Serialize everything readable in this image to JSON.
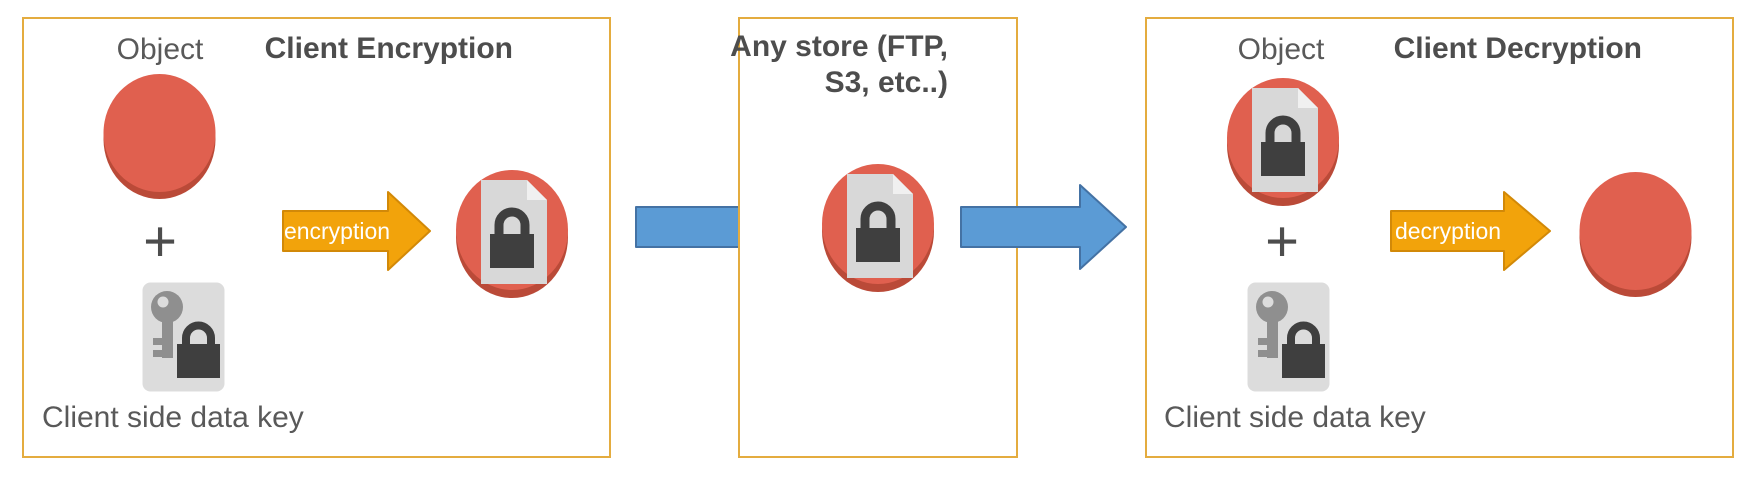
{
  "diagram": {
    "panels": {
      "encryption": {
        "title": "Client Encryption",
        "object_label": "Object",
        "plus_sign": "+",
        "key_label": "Client side data key",
        "arrow_label": "encryption"
      },
      "store": {
        "title_line1": "Any store (FTP,",
        "title_line2": "S3, etc..)"
      },
      "decryption": {
        "title": "Client Decryption",
        "object_label": "Object",
        "plus_sign": "+",
        "key_label": "Client side data key",
        "arrow_label": "decryption"
      }
    },
    "icons": {
      "object": "red-circle",
      "encrypted_object": "red-circle-with-locked-document",
      "data_key": "gray-card-with-key-and-lock",
      "flow": "blue-right-arrow",
      "process": "orange-right-arrow"
    },
    "colors": {
      "panel_border": "#E4AC3F",
      "object_red": "#E0604F",
      "object_red_shadow": "#BA4A38",
      "document_gray": "#D8D8D8",
      "lock_dark": "#3F3F3F",
      "key_gray": "#8F8F8F",
      "card_gray": "#DCDCDC",
      "arrow_orange": "#F2A30B",
      "arrow_orange_border": "#D28908",
      "arrow_blue": "#5B9BD5",
      "arrow_blue_border": "#4472A4",
      "text_gray": "#595959",
      "title_gray": "#4D4D4D"
    }
  }
}
